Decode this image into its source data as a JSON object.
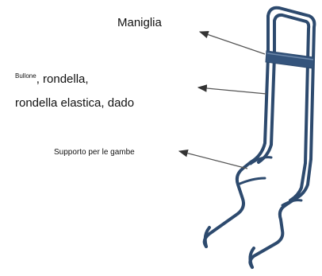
{
  "labels": {
    "handle": "Maniglia",
    "bolt_small": "Bullone",
    "bolt_rest": ", rondella,",
    "bolt_line2": "rondella elastica, dado",
    "leg_support": "Supporto per le gambe"
  },
  "colors": {
    "frame": "#2d4a6e",
    "frame_highlight": "#6d88aa",
    "arrow": "#555555",
    "text": "#111111"
  }
}
